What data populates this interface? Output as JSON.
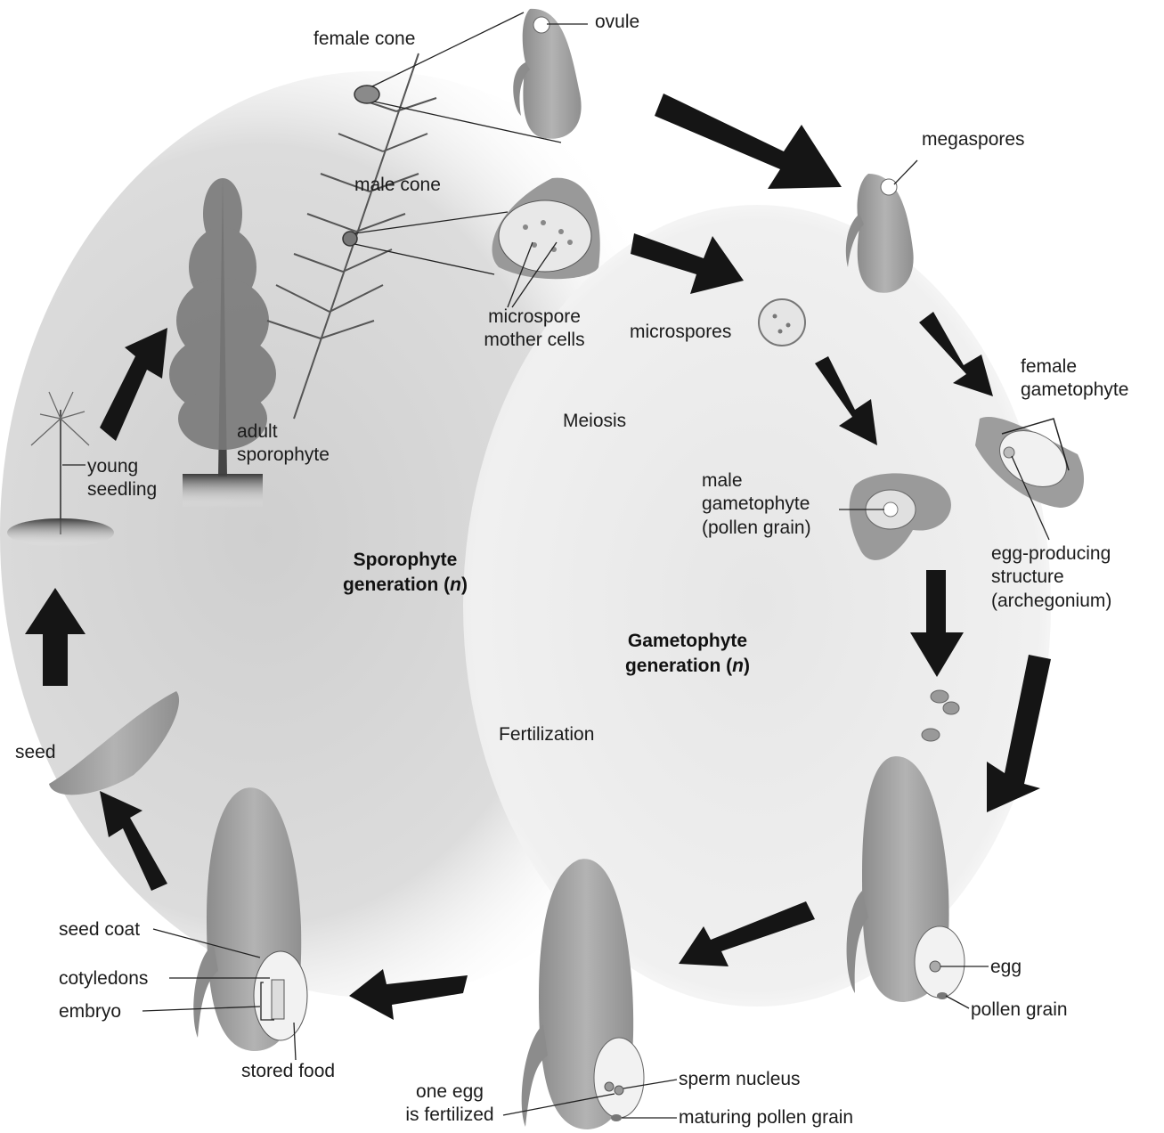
{
  "labels": {
    "ovule": "ovule",
    "female_cone": "female cone",
    "male_cone": "male cone",
    "megaspores": "megaspores",
    "microspore_mother_cells_1": "microspore",
    "microspore_mother_cells_2": "mother cells",
    "microspores": "microspores",
    "female_gametophyte_1": "female",
    "female_gametophyte_2": "gametophyte",
    "meiosis": "Meiosis",
    "adult_sporophyte_1": "adult",
    "adult_sporophyte_2": "sporophyte",
    "young_seedling_1": "young",
    "young_seedling_2": "seedling",
    "male_gametophyte_1": "male",
    "male_gametophyte_2": "gametophyte",
    "male_gametophyte_3": "(pollen grain)",
    "egg_producing_1": "egg-producing",
    "egg_producing_2": "structure",
    "egg_producing_3": "(archegonium)",
    "sporophyte_gen_1": "Sporophyte",
    "sporophyte_gen_2": "generation (",
    "sporophyte_gen_n": "n",
    "sporophyte_gen_close": ")",
    "gametophyte_gen_1": "Gametophyte",
    "gametophyte_gen_2": "generation (",
    "gametophyte_gen_n": "n",
    "gametophyte_gen_close": ")",
    "fertilization": "Fertilization",
    "seed": "seed",
    "seed_coat": "seed coat",
    "cotyledons": "cotyledons",
    "embryo": "embryo",
    "stored_food": "stored food",
    "one_egg_1": "one egg",
    "one_egg_2": "is fertilized",
    "sperm_nucleus": "sperm nucleus",
    "maturing_pollen_grain": "maturing pollen grain",
    "egg": "egg",
    "pollen_grain": "pollen grain"
  },
  "colors": {
    "structure_fill": "#a6a6a6",
    "arrow": "#151515",
    "sporophyte_bg": "#d4d4d4",
    "gametophyte_bg": "#e9e9e9"
  }
}
